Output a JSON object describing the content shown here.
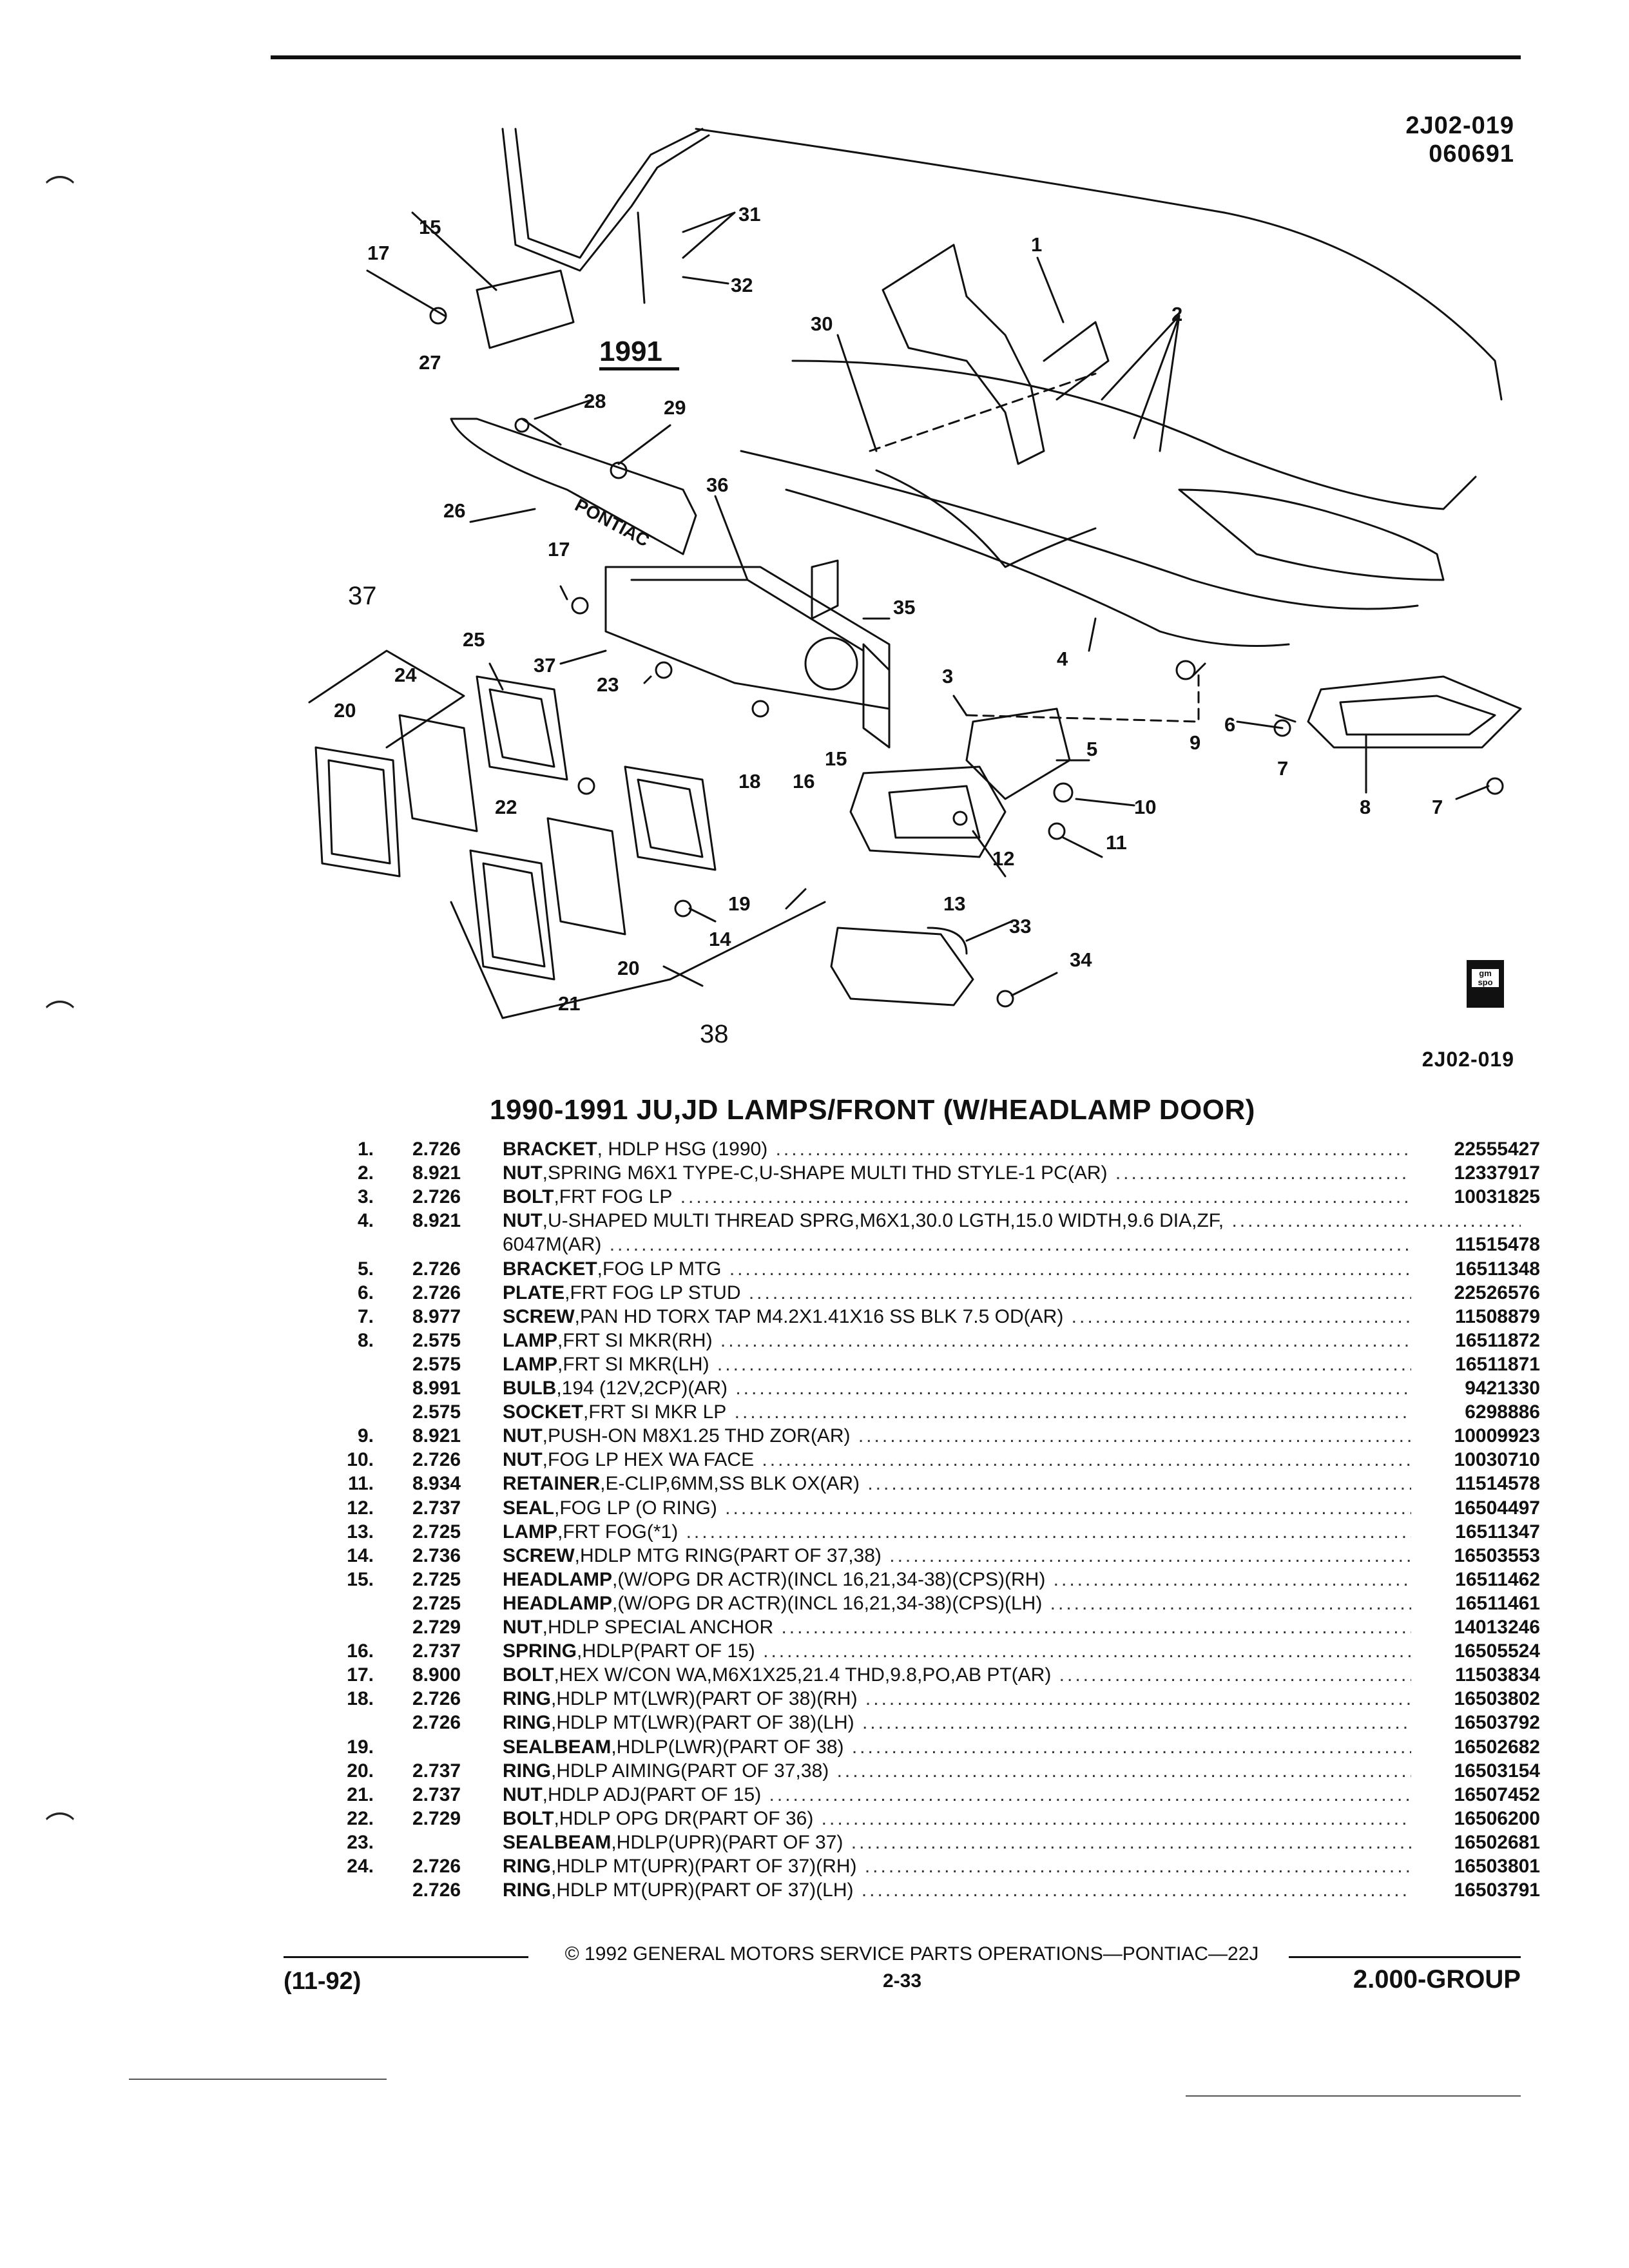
{
  "header": {
    "ref_code": "2J02-019",
    "ref_date": "060691"
  },
  "diagram": {
    "year_label": "1991",
    "brand_text": "PONTIAC",
    "callouts": [
      "1",
      "2",
      "3",
      "4",
      "5",
      "6",
      "7",
      "7",
      "8",
      "9",
      "10",
      "11",
      "12",
      "13",
      "14",
      "15",
      "15",
      "16",
      "17",
      "17",
      "18",
      "19",
      "20",
      "20",
      "21",
      "22",
      "23",
      "24",
      "25",
      "26",
      "27",
      "28",
      "29",
      "30",
      "31",
      "32",
      "33",
      "34",
      "35",
      "36",
      "37",
      "38"
    ],
    "gm_logo_text": "gm spo",
    "figure_ref": "2J02-019"
  },
  "section_title": "1990-1991 JU,JD LAMPS/FRONT (W/HEADLAMP DOOR)",
  "parts": [
    {
      "num": "1.",
      "group": "2.726",
      "name": "BRACKET",
      "desc": ", HDLP HSG (1990)",
      "part_no": "22555427"
    },
    {
      "num": "2.",
      "group": "8.921",
      "name": "NUT",
      "desc": ",SPRING M6X1 TYPE-C,U-SHAPE MULTI THD STYLE-1 PC(AR)",
      "part_no": "12337917"
    },
    {
      "num": "3.",
      "group": "2.726",
      "name": "BOLT",
      "desc": ",FRT FOG LP",
      "part_no": "10031825"
    },
    {
      "num": "4.",
      "group": "8.921",
      "name": "NUT",
      "desc": ",U-SHAPED MULTI THREAD SPRG,M6X1,30.0 LGTH,15.0 WIDTH,9.6 DIA,ZF,",
      "part_no": ""
    },
    {
      "num": "",
      "group": "",
      "name": "",
      "desc": "6047M(AR)",
      "part_no": "11515478"
    },
    {
      "num": "5.",
      "group": "2.726",
      "name": "BRACKET",
      "desc": ",FOG LP MTG",
      "part_no": "16511348"
    },
    {
      "num": "6.",
      "group": "2.726",
      "name": "PLATE",
      "desc": ",FRT FOG LP STUD",
      "part_no": "22526576"
    },
    {
      "num": "7.",
      "group": "8.977",
      "name": "SCREW",
      "desc": ",PAN HD TORX TAP M4.2X1.41X16 SS BLK 7.5 OD(AR)",
      "part_no": "11508879"
    },
    {
      "num": "8.",
      "group": "2.575",
      "name": "LAMP",
      "desc": ",FRT SI MKR(RH)",
      "part_no": "16511872"
    },
    {
      "num": "",
      "group": "2.575",
      "name": "LAMP",
      "desc": ",FRT SI MKR(LH)",
      "part_no": "16511871"
    },
    {
      "num": "",
      "group": "8.991",
      "name": "BULB",
      "desc": ",194 (12V,2CP)(AR)",
      "part_no": "9421330"
    },
    {
      "num": "",
      "group": "2.575",
      "name": "SOCKET",
      "desc": ",FRT SI MKR LP",
      "part_no": "6298886"
    },
    {
      "num": "9.",
      "group": "8.921",
      "name": "NUT",
      "desc": ",PUSH-ON M8X1.25 THD ZOR(AR)",
      "part_no": "10009923"
    },
    {
      "num": "10.",
      "group": "2.726",
      "name": "NUT",
      "desc": ",FOG LP HEX WA FACE",
      "part_no": "10030710"
    },
    {
      "num": "11.",
      "group": "8.934",
      "name": "RETAINER",
      "desc": ",E-CLIP,6MM,SS BLK OX(AR)",
      "part_no": "11514578"
    },
    {
      "num": "12.",
      "group": "2.737",
      "name": "SEAL",
      "desc": ",FOG LP (O RING)",
      "part_no": "16504497"
    },
    {
      "num": "13.",
      "group": "2.725",
      "name": "LAMP",
      "desc": ",FRT FOG(*1)",
      "part_no": "16511347"
    },
    {
      "num": "14.",
      "group": "2.736",
      "name": "SCREW",
      "desc": ",HDLP MTG RING(PART OF 37,38)",
      "part_no": "16503553"
    },
    {
      "num": "15.",
      "group": "2.725",
      "name": "HEADLAMP",
      "desc": ",(W/OPG DR ACTR)(INCL 16,21,34-38)(CPS)(RH)",
      "part_no": "16511462"
    },
    {
      "num": "",
      "group": "2.725",
      "name": "HEADLAMP",
      "desc": ",(W/OPG DR ACTR)(INCL 16,21,34-38)(CPS)(LH)",
      "part_no": "16511461"
    },
    {
      "num": "",
      "group": "2.729",
      "name": "NUT",
      "desc": ",HDLP SPECIAL ANCHOR",
      "part_no": "14013246"
    },
    {
      "num": "16.",
      "group": "2.737",
      "name": "SPRING",
      "desc": ",HDLP(PART OF 15)",
      "part_no": "16505524"
    },
    {
      "num": "17.",
      "group": "8.900",
      "name": "BOLT",
      "desc": ",HEX W/CON WA,M6X1X25,21.4 THD,9.8,PO,AB PT(AR)",
      "part_no": "11503834"
    },
    {
      "num": "18.",
      "group": "2.726",
      "name": "RING",
      "desc": ",HDLP MT(LWR)(PART OF 38)(RH)",
      "part_no": "16503802"
    },
    {
      "num": "",
      "group": "2.726",
      "name": "RING",
      "desc": ",HDLP MT(LWR)(PART OF 38)(LH)",
      "part_no": "16503792"
    },
    {
      "num": "19.",
      "group": "",
      "name": "SEALBEAM",
      "desc": ",HDLP(LWR)(PART OF 38)",
      "part_no": "16502682"
    },
    {
      "num": "20.",
      "group": "2.737",
      "name": "RING",
      "desc": ",HDLP AIMING(PART OF 37,38)",
      "part_no": "16503154"
    },
    {
      "num": "21.",
      "group": "2.737",
      "name": "NUT",
      "desc": ",HDLP ADJ(PART OF 15)",
      "part_no": "16507452"
    },
    {
      "num": "22.",
      "group": "2.729",
      "name": "BOLT",
      "desc": ",HDLP OPG DR(PART OF 36)",
      "part_no": "16506200"
    },
    {
      "num": "23.",
      "group": "",
      "name": "SEALBEAM",
      "desc": ",HDLP(UPR)(PART OF 37)",
      "part_no": "16502681"
    },
    {
      "num": "24.",
      "group": "2.726",
      "name": "RING",
      "desc": ",HDLP MT(UPR)(PART OF 37)(RH)",
      "part_no": "16503801"
    },
    {
      "num": "",
      "group": "2.726",
      "name": "RING",
      "desc": ",HDLP MT(UPR)(PART OF 37)(LH)",
      "part_no": "16503791"
    }
  ],
  "footer": {
    "copyright": "© 1992 GENERAL MOTORS SERVICE PARTS OPERATIONS—PONTIAC—22J",
    "date_code": "(11-92)",
    "page": "2-33",
    "group": "2.000-GROUP"
  },
  "colors": {
    "ink": "#111111",
    "paper": "#ffffff"
  }
}
